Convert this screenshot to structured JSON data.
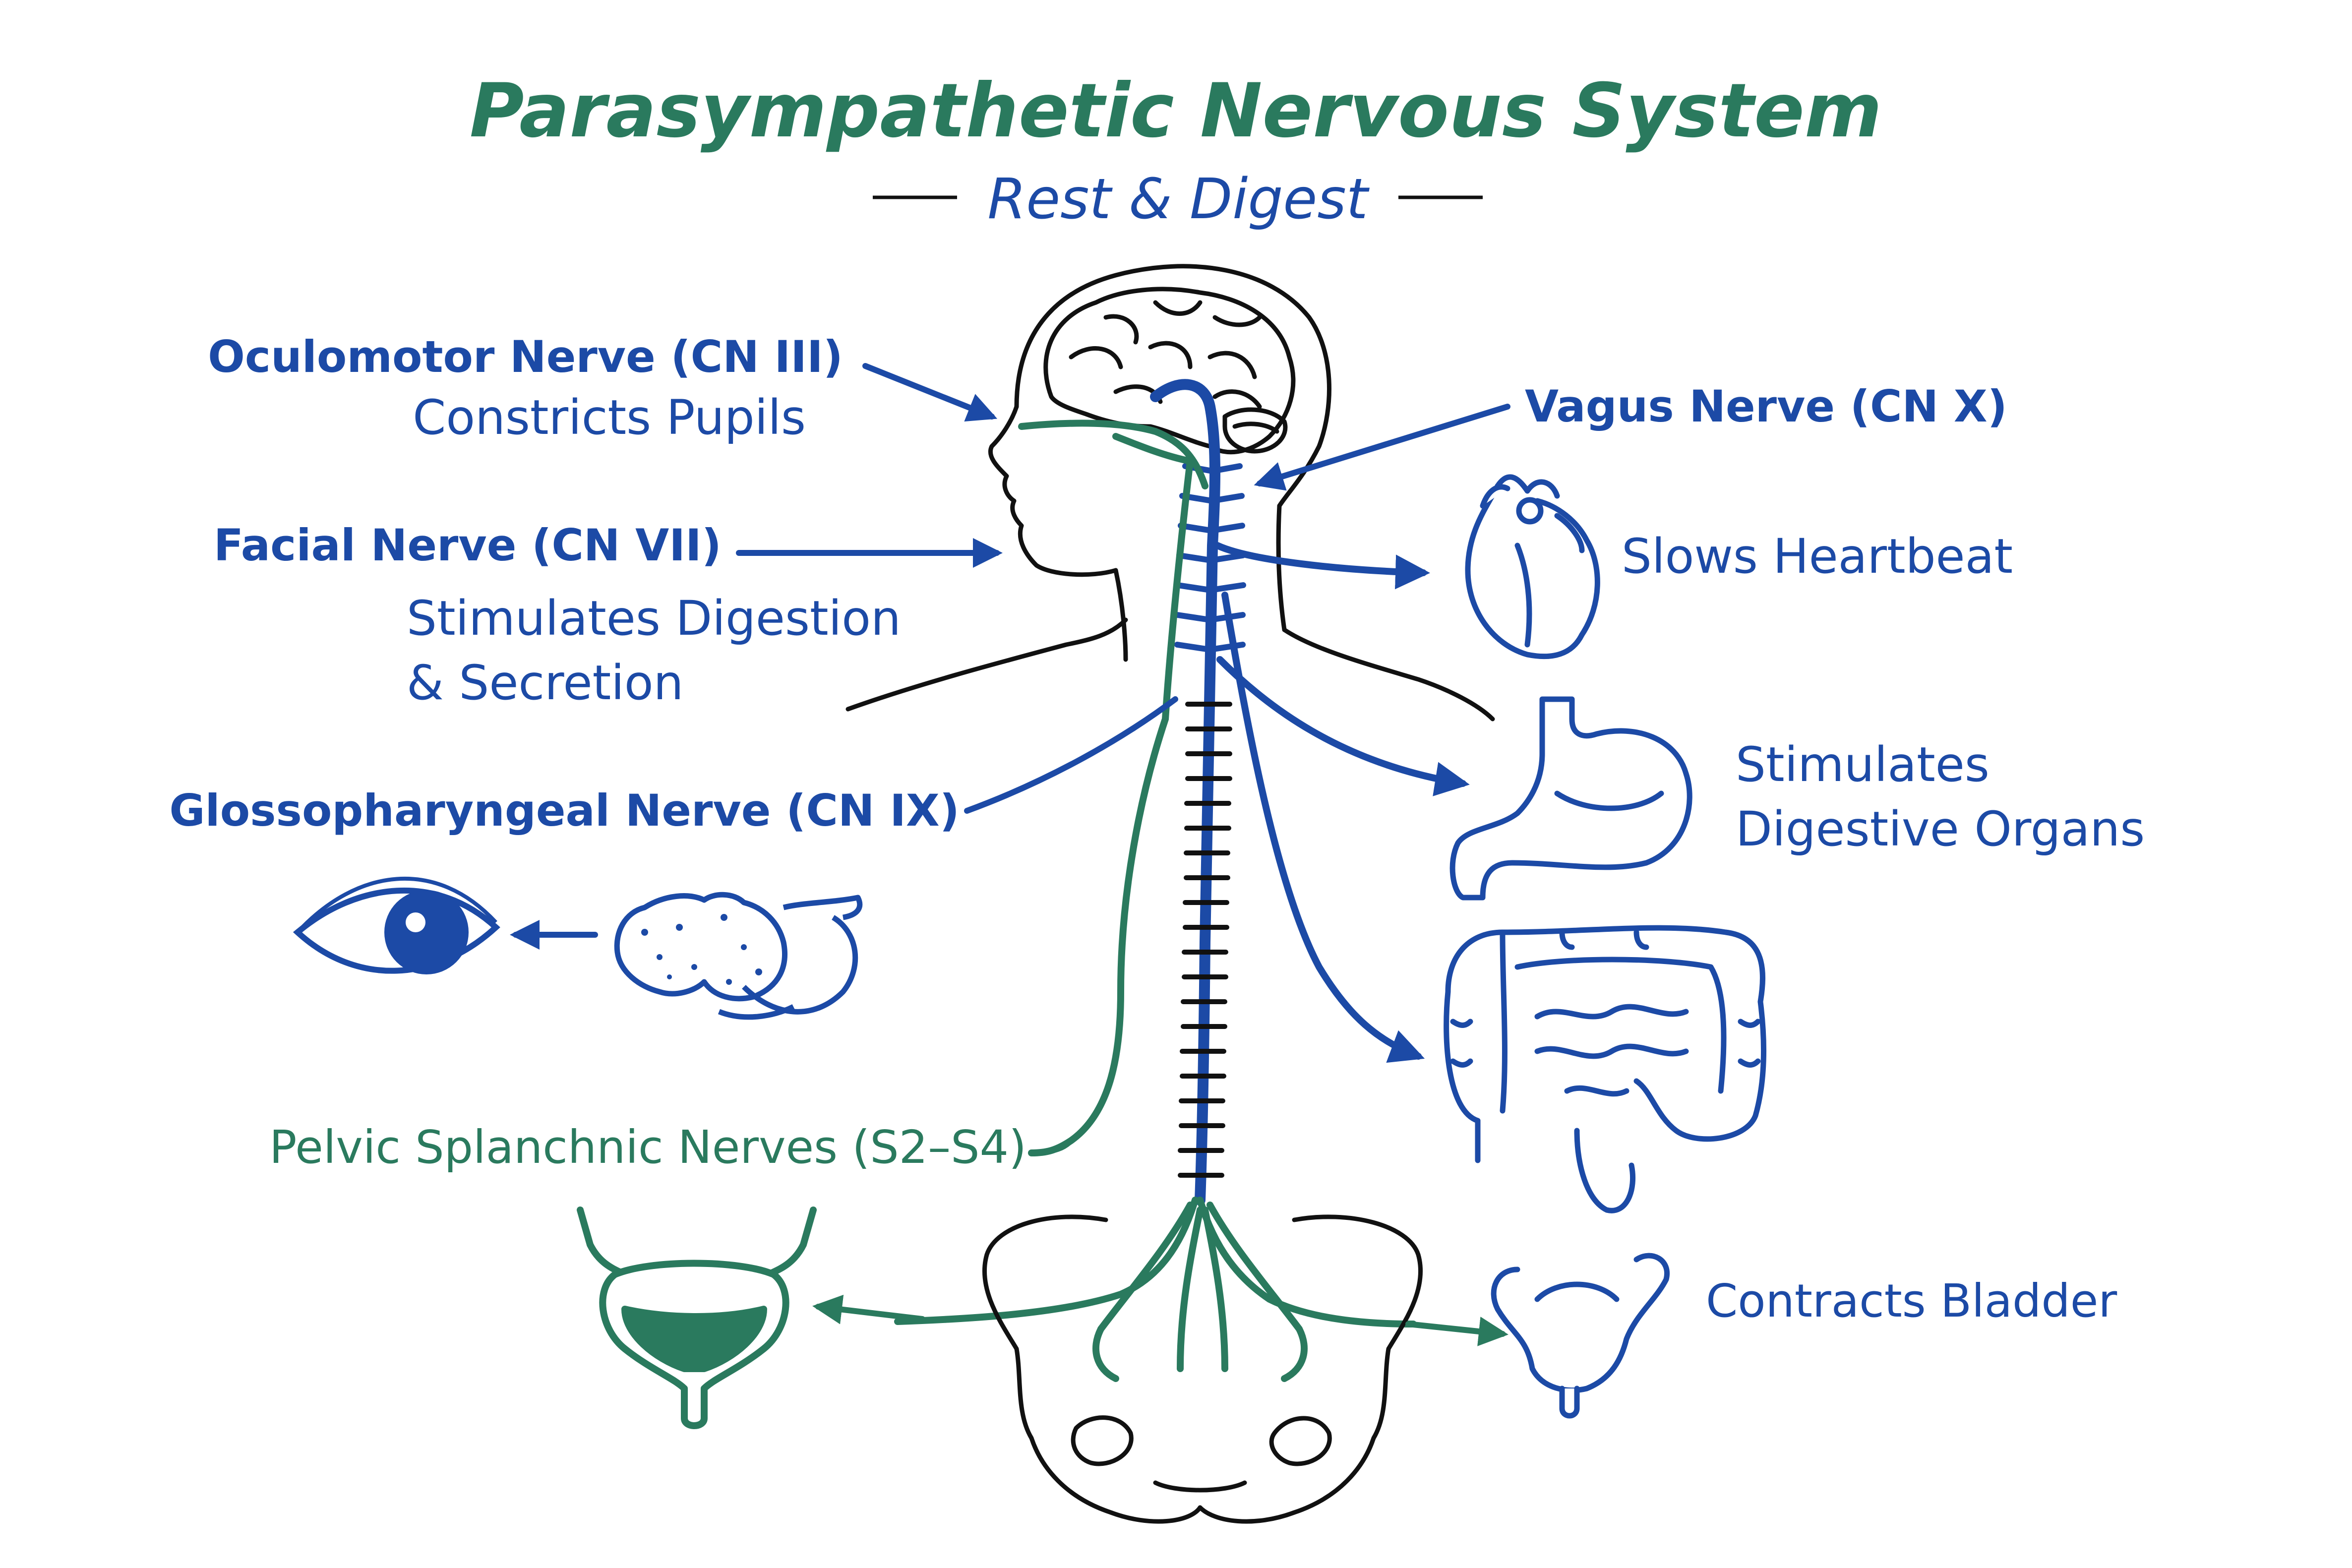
{
  "header": {
    "title": "Parasympathetic Nervous System",
    "subtitle": "Rest & Digest"
  },
  "labels": {
    "oculomotor_name": "Oculomotor Nerve (CN III)",
    "oculomotor_effect": "Constricts Pupils",
    "facial_name": "Facial Nerve (CN VII)",
    "facial_effect_line1": "Stimulates Digestion",
    "facial_effect_line2": "& Secretion",
    "glossopharyngeal_name": "Glossopharyngeal Nerve (CN IX)",
    "vagus_name": "Vagus Nerve (CN X)",
    "heart_effect": "Slows Heartbeat",
    "digestive_effect_line1": "Stimulates",
    "digestive_effect_line2": "Digestive Organs",
    "pelvic_name": "Pelvic Splanchnic Nerves (S2–S4)",
    "bladder_effect": "Contracts Bladder"
  },
  "icons": [
    "brain-icon",
    "head-profile-icon",
    "spinal-cord-icon",
    "eye-icon",
    "salivary-gland-icon",
    "heart-icon",
    "stomach-icon",
    "intestines-icon",
    "bladder-icon",
    "pelvis-icon"
  ],
  "colors": {
    "blue": "#1c4aa6",
    "green": "#2a7a5e",
    "black": "#111111",
    "white": "#ffffff"
  }
}
